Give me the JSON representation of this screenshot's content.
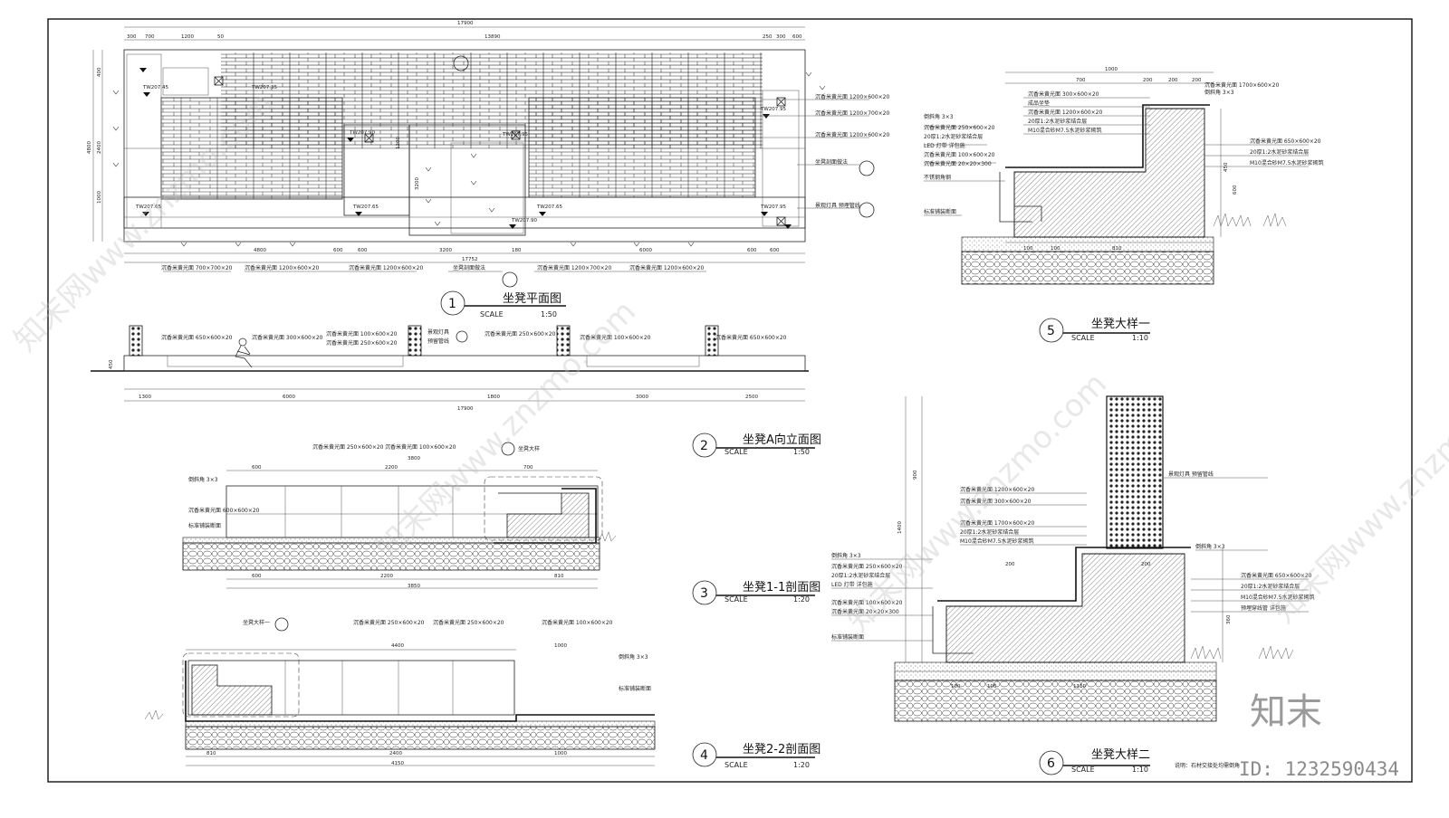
{
  "drawing": {
    "views": [
      {
        "num": "1",
        "title": "坐凳平面图",
        "scale_label": "SCALE",
        "scale": "1:50"
      },
      {
        "num": "2",
        "title": "坐凳A向立面图",
        "scale_label": "SCALE",
        "scale": "1:50"
      },
      {
        "num": "3",
        "title": "坐凳1-1剖面图",
        "scale_label": "SCALE",
        "scale": "1:20"
      },
      {
        "num": "4",
        "title": "坐凳2-2剖面图",
        "scale_label": "SCALE",
        "scale": "1:20"
      },
      {
        "num": "5",
        "title": "坐凳大样一",
        "scale_label": "SCALE",
        "scale": "1:10"
      },
      {
        "num": "6",
        "title": "坐凳大样二",
        "scale_label": "SCALE",
        "scale": "1:10"
      }
    ],
    "plan": {
      "top_dims": [
        "17900",
        "300",
        "700",
        "1200",
        "50",
        "13890",
        "250",
        "300",
        "600"
      ],
      "bottom_dims": [
        "4800",
        "600",
        "600",
        "3200",
        "17752",
        "180",
        "6000",
        "600",
        "600"
      ],
      "side_dims": [
        "4800",
        "400",
        "2400",
        "1000",
        "1200",
        "3200"
      ],
      "notes": [
        "沉香米黄光面 1200×600×20",
        "沉香米黄光面 1200×700×20",
        "沉香米黄光面 1200×600×20",
        "坐凳剖面做法",
        "景观灯具 预埋管线"
      ],
      "bottom_notes": [
        "沉香米黄光面 700×700×20",
        "沉香米黄光面 1200×600×20",
        "沉香米黄光面 1200×600×20",
        "坐凳剖面做法",
        "沉香米黄光面 1200×700×20",
        "沉香米黄光面 1200×600×20"
      ],
      "levels": [
        "TW207.45",
        "TW207.35",
        "TW207.65",
        "TW207.90",
        "TW207.65",
        "TW207.95",
        "TW207.95",
        "TW207.90",
        "TW207.65",
        "TW207.95"
      ]
    },
    "elevation": {
      "dims": [
        "1300",
        "6000",
        "1800",
        "3000",
        "2500"
      ],
      "total": "17900",
      "notes": [
        "沉香米黄光面 650×600×20",
        "沉香米黄光面 300×600×20",
        "沉香米黄光面 100×600×20",
        "沉香米黄光面 250×600×20",
        "景观灯具",
        "预留管线",
        "沉香米黄光面 250×600×20",
        "沉香米黄光面 100×600×20",
        "沉香米黄光面 650×600×20"
      ],
      "height": "450"
    },
    "section11": {
      "top_dims": [
        "600",
        "2200",
        "3800",
        "700"
      ],
      "bottom_dims": [
        "600",
        "2200",
        "3850",
        "810"
      ],
      "notes": [
        "倒斜角 3×3",
        "沉香米黄光面 600×600×20",
        "标准铺装断面",
        "沉香米黄光面 250×600×20",
        "沉香米黄光面 100×600×20",
        "坐凳大样"
      ]
    },
    "section22": {
      "top_dims": [
        "4400",
        "1000"
      ],
      "bottom_dims": [
        "810",
        "2400",
        "1000",
        "4150"
      ],
      "notes": [
        "坐凳大样一",
        "沉香米黄光面 250×600×20",
        "沉香米黄光面 250×600×20",
        "沉香米黄光面 100×600×20",
        "倒斜角 3×3",
        "标准铺装断面"
      ]
    },
    "detail1": {
      "dims": [
        "1000",
        "700",
        "200",
        "200",
        "200",
        "810",
        "100",
        "100",
        "600",
        "450"
      ],
      "notes": [
        "沉香米黄光面 1700×600×20",
        "倒斜角 3×3",
        "沉香米黄光面 300×600×20",
        "成品坐垫",
        "沉香米黄光面 1200×600×20",
        "20厚1:2水泥砂浆结合层",
        "M10混合砂M7.5水泥砂浆砌筑",
        "倒斜角 3×3",
        "沉香米黄光面 250×600×20",
        "20厚1:2水泥砂浆结合层",
        "LED 灯带 详包施",
        "沉香米黄光面 100×600×20",
        "沉香米黄光面 20×20×300",
        "不锈钢角钢",
        "标准铺装断面",
        "沉香米黄光面 650×600×20",
        "20厚1:2水泥砂浆结合层",
        "M10混合砂M7.5水泥砂浆砌筑"
      ]
    },
    "detail2": {
      "dims": [
        "900",
        "1400",
        "200",
        "200",
        "1310",
        "360",
        "100",
        "100"
      ],
      "notes": [
        "景观灯具 预留管线",
        "沉香米黄光面 1200×600×20",
        "沉香米黄光面 300×600×20",
        "沉香米黄光面 1700×600×20",
        "20厚1:2水泥砂浆结合层",
        "M10混合砂M7.5水泥砂浆砌筑",
        "倒斜角 3×3",
        "倒斜角 3×3",
        "沉香米黄光面 250×600×20",
        "20厚1:2水泥砂浆结合层",
        "LED 灯带 详包施",
        "沉香米黄光面 100×600×20",
        "沉香米黄光面 20×20×300",
        "标准铺装断面",
        "沉香米黄光面 650×600×20",
        "20厚1:2水泥砂浆结合层",
        "M10混合砂M7.5水泥砂浆砌筑",
        "预埋穿线管 详包施"
      ]
    },
    "footnote": "说明：石材交接处均需倒角",
    "watermark_text": "知末网www.znzmo.com",
    "logo_text": "知末",
    "id_text": "ID: 1232590434"
  }
}
